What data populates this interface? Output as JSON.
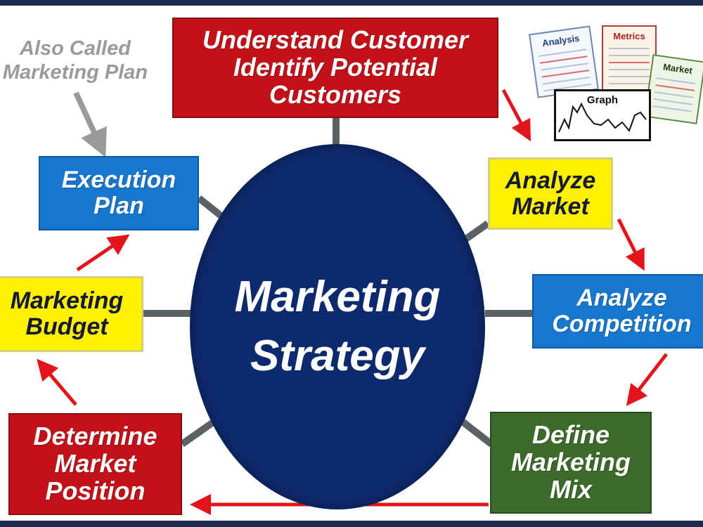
{
  "side_note": {
    "line1": "Also Called",
    "line2": "Marketing Plan"
  },
  "center": {
    "line1": "Marketing",
    "line2": "Strategy"
  },
  "boxes": {
    "top": {
      "line1": "Understand Customer",
      "line2": "Identify Potential",
      "line3": "Customers"
    },
    "analyze_market": {
      "line1": "Analyze",
      "line2": "Market"
    },
    "analyze_competition": {
      "line1": "Analyze",
      "line2": "Competition"
    },
    "marketing_mix": {
      "line1": "Define",
      "line2": "Marketing",
      "line3": "Mix"
    },
    "market_position": {
      "line1": "Determine",
      "line2": "Market",
      "line3": "Position"
    },
    "budget": {
      "line1": "Marketing",
      "line2": "Budget"
    },
    "execution": {
      "line1": "Execution",
      "line2": "Plan"
    }
  },
  "graphic": {
    "doc1": "Analysis",
    "doc2": "Metrics",
    "doc3": "Market",
    "doc4": "Graph"
  },
  "colors": {
    "red_box": "#c3111a",
    "blue_box": "#1777cf",
    "yellow_box": "#fff000",
    "green_box": "#3b6a2a",
    "center_ellipse": "#0e2a6e",
    "arrow_red": "#e3151b",
    "arrow_gray": "#9a9a9a",
    "connector": "#5b6266"
  }
}
